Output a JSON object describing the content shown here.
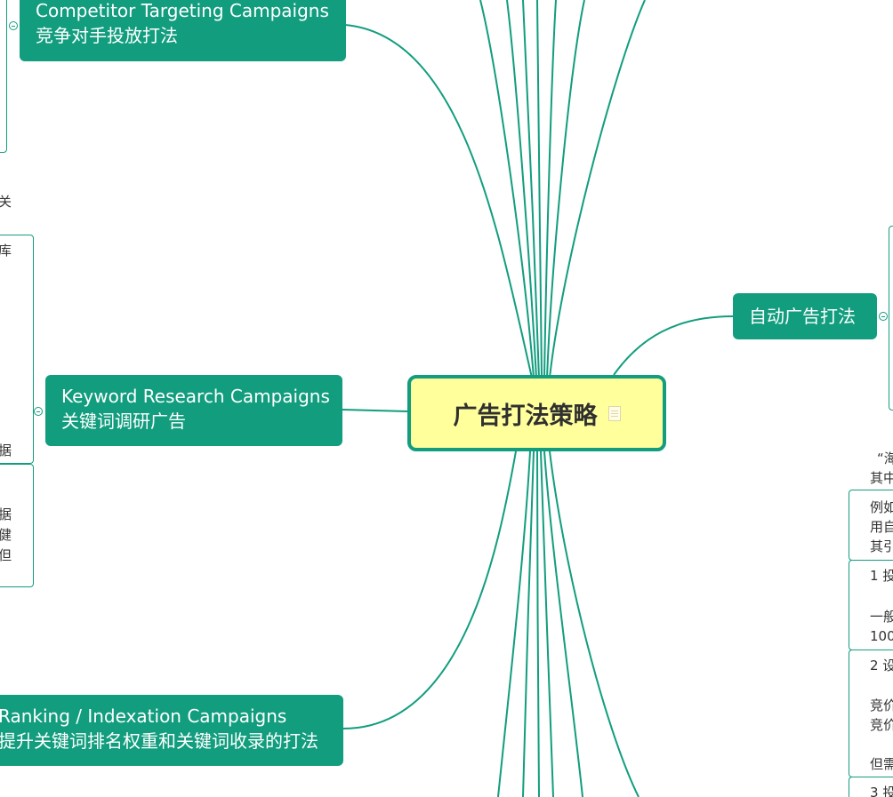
{
  "root": {
    "label": "广告打法策略"
  },
  "nodes": {
    "competitor": {
      "en": "Competitor Targeting Campaigns",
      "zh": "竞争对手投放打法"
    },
    "keyword_research": {
      "en": "Keyword Research Campaigns",
      "zh": "关键词调研广告"
    },
    "ranking": {
      "en": "Ranking / Indexation Campaigns",
      "zh": "提升关键词排名权重和关键词收录的打法"
    },
    "auto": {
      "label": "自动广告打法"
    }
  },
  "left_fragments": [
    "关",
    "库",
    "据",
    "据",
    "健",
    "但"
  ],
  "right_fragments": {
    "quote": "“海",
    "quote2": "其中",
    "block1": [
      "例如",
      "用自",
      "其引"
    ],
    "block2": [
      "1 投",
      "一般",
      "100"
    ],
    "block3": [
      "2 设",
      "竞价",
      "竞价",
      "但需"
    ],
    "block4": [
      "3 投"
    ]
  },
  "colors": {
    "branch": "#129d7e",
    "root_fill": "#ffff9c",
    "node_text": "#ffffff"
  }
}
